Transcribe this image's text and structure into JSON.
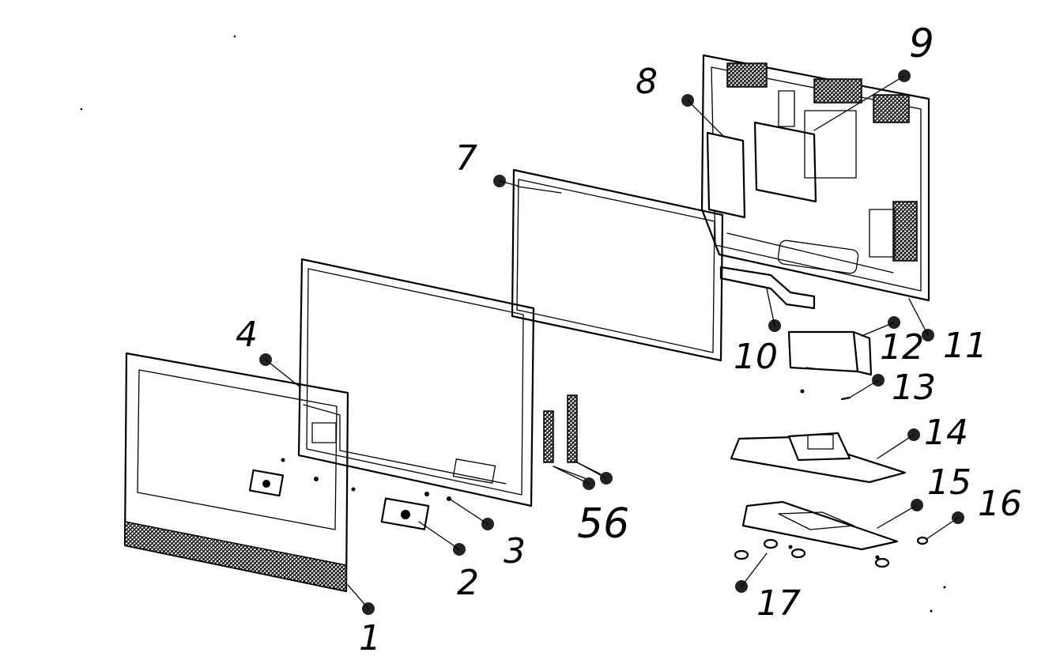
{
  "diagram": {
    "callouts": [
      {
        "id": "1",
        "text": "1"
      },
      {
        "id": "2",
        "text": "2"
      },
      {
        "id": "3",
        "text": "3"
      },
      {
        "id": "4",
        "text": "4"
      },
      {
        "id": "56",
        "text": "56"
      },
      {
        "id": "7",
        "text": "7"
      },
      {
        "id": "8",
        "text": "8"
      },
      {
        "id": "9",
        "text": "9"
      },
      {
        "id": "10",
        "text": "10"
      },
      {
        "id": "11",
        "text": "11"
      },
      {
        "id": "12",
        "text": "12"
      },
      {
        "id": "13",
        "text": "13"
      },
      {
        "id": "14",
        "text": "14"
      },
      {
        "id": "15",
        "text": "15"
      },
      {
        "id": "16",
        "text": "16"
      },
      {
        "id": "17",
        "text": "17"
      }
    ]
  }
}
